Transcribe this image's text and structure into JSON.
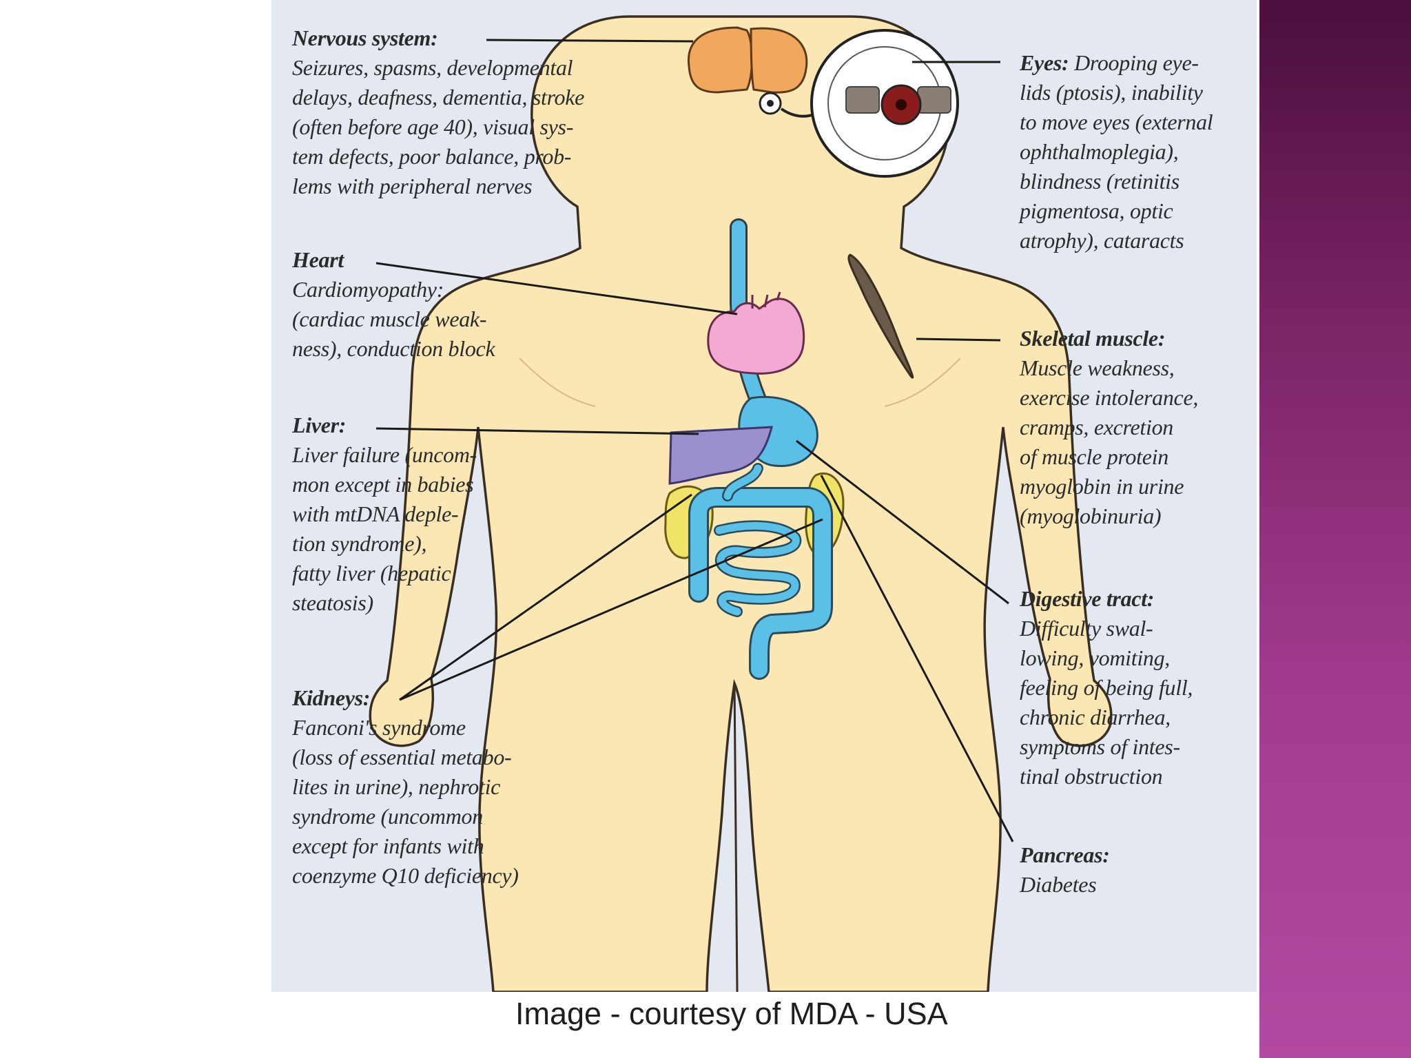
{
  "callouts": {
    "nervous": {
      "title": "Nervous system:",
      "text": "Seizures, spasms, developmental\ndelays, deafness, dementia, stroke\n(often before age 40), visual sys-\ntem defects, poor balance, prob-\nlems with peripheral nerves"
    },
    "heart": {
      "title": "Heart",
      "text": "Cardiomyopathy:\n(cardiac muscle weak-\nness), conduction block"
    },
    "liver": {
      "title": "Liver:",
      "text": "Liver failure (uncom-\nmon except in babies\nwith mtDNA deple-\ntion syndrome),\nfatty liver (hepatic\nsteatosis)"
    },
    "kidneys": {
      "title": "Kidneys:",
      "text": "Fanconi's syndrome\n(loss of essential metabo-\nlites in urine), nephrotic\nsyndrome (uncommon\nexcept for infants with\ncoenzyme Q10 deficiency)"
    },
    "eyes": {
      "title": "Eyes:",
      "text": "Drooping eye-\nlids (ptosis), inability\nto move eyes (external\nophthalmoplegia),\nblindness (retinitis\npigmentosa, optic\natrophy), cataracts"
    },
    "skeletal": {
      "title": "Skeletal muscle:",
      "text": "Muscle weakness,\nexercise intolerance,\ncramps, excretion\nof muscle protein\nmyoglobin in urine\n(myoglobinuria)"
    },
    "digestive": {
      "title": "Digestive tract:",
      "text": "Difficulty swal-\nlowing, vomiting,\nfeeling of being full,\nchronic diarrhea,\nsymptoms of intes-\ntinal obstruction"
    },
    "pancreas": {
      "title": "Pancreas:",
      "text": "Diabetes"
    }
  },
  "credit": "Image - courtesy of MDA - USA",
  "colors": {
    "skin": "#fbe7b4",
    "brain": "#f2a85c",
    "heart": "#f2a9d2",
    "liver": "#9b8fce",
    "digestive": "#5bc0e8",
    "kidney": "#f0e468",
    "muscle": "#6b5a4a",
    "panel": "#e4e9f1",
    "accent": "#a23b8e"
  }
}
